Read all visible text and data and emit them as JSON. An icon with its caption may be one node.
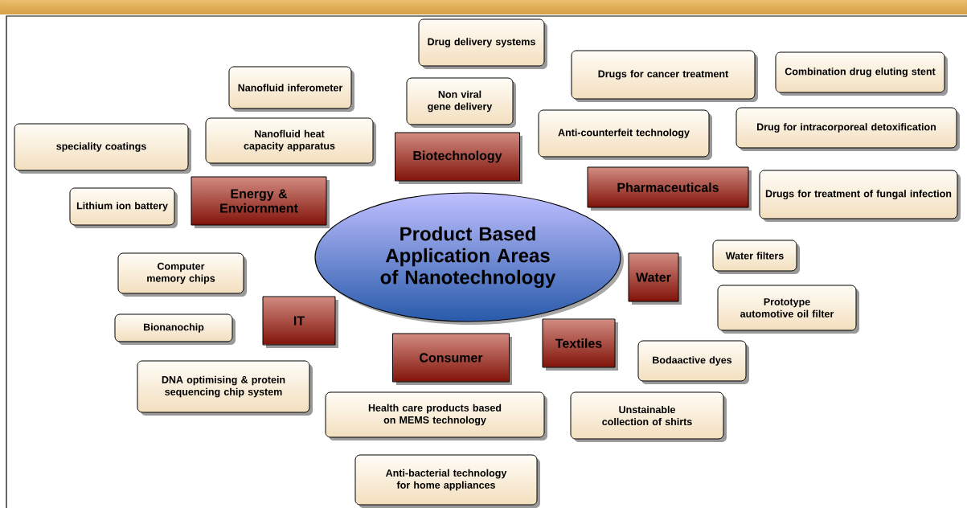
{
  "diagram": {
    "nodes": [
      {
        "text": [
          "Product Based Application Areas of Nanotechnology"
        ]
      },
      {
        "text": [
          "Biotechnology"
        ]
      },
      {
        "text": [
          "Energy & Enviornment"
        ]
      },
      {
        "text": [
          "Pharmaceuticals"
        ]
      },
      {
        "text": [
          "Water"
        ]
      },
      {
        "text": [
          "IT"
        ]
      },
      {
        "text": [
          "Consumer"
        ]
      },
      {
        "text": [
          "Textiles"
        ]
      },
      {
        "text": [
          "Drug delivery systems"
        ]
      },
      {
        "text": [
          "Nanofluid inferometer"
        ]
      },
      {
        "text": [
          "Non viral gene delivery"
        ]
      },
      {
        "text": [
          "Drugs for cancer treatment"
        ]
      },
      {
        "text": [
          "Combination drug eluting stent"
        ]
      },
      {
        "text": [
          "Anti-counterfeit technology"
        ]
      },
      {
        "text": [
          "Drug for intracorporeal detoxification"
        ]
      },
      {
        "text": [
          "speciality coatings"
        ]
      },
      {
        "text": [
          "Nanofluid heat capacity apparatus"
        ]
      },
      {
        "text": [
          "Lithium ion battery"
        ]
      },
      {
        "text": [
          "Drugs for treatment of fungal infection"
        ]
      },
      {
        "text": [
          "Computer memory chips"
        ]
      },
      {
        "text": [
          "Water filters"
        ]
      },
      {
        "text": [
          "Prototype automotive oil filter"
        ]
      },
      {
        "text": [
          "Bionanochip"
        ]
      },
      {
        "text": [
          "Bodaactive dyes"
        ]
      },
      {
        "text": [
          "DNA optimising & protein sequencing chip system"
        ]
      },
      {
        "text": [
          "Health care products based on MEMS technology"
        ]
      },
      {
        "text": [
          "Unstainable collection of shirts"
        ]
      },
      {
        "text": [
          "Anti-bacterial technology for home appliances"
        ]
      }
    ]
  }
}
